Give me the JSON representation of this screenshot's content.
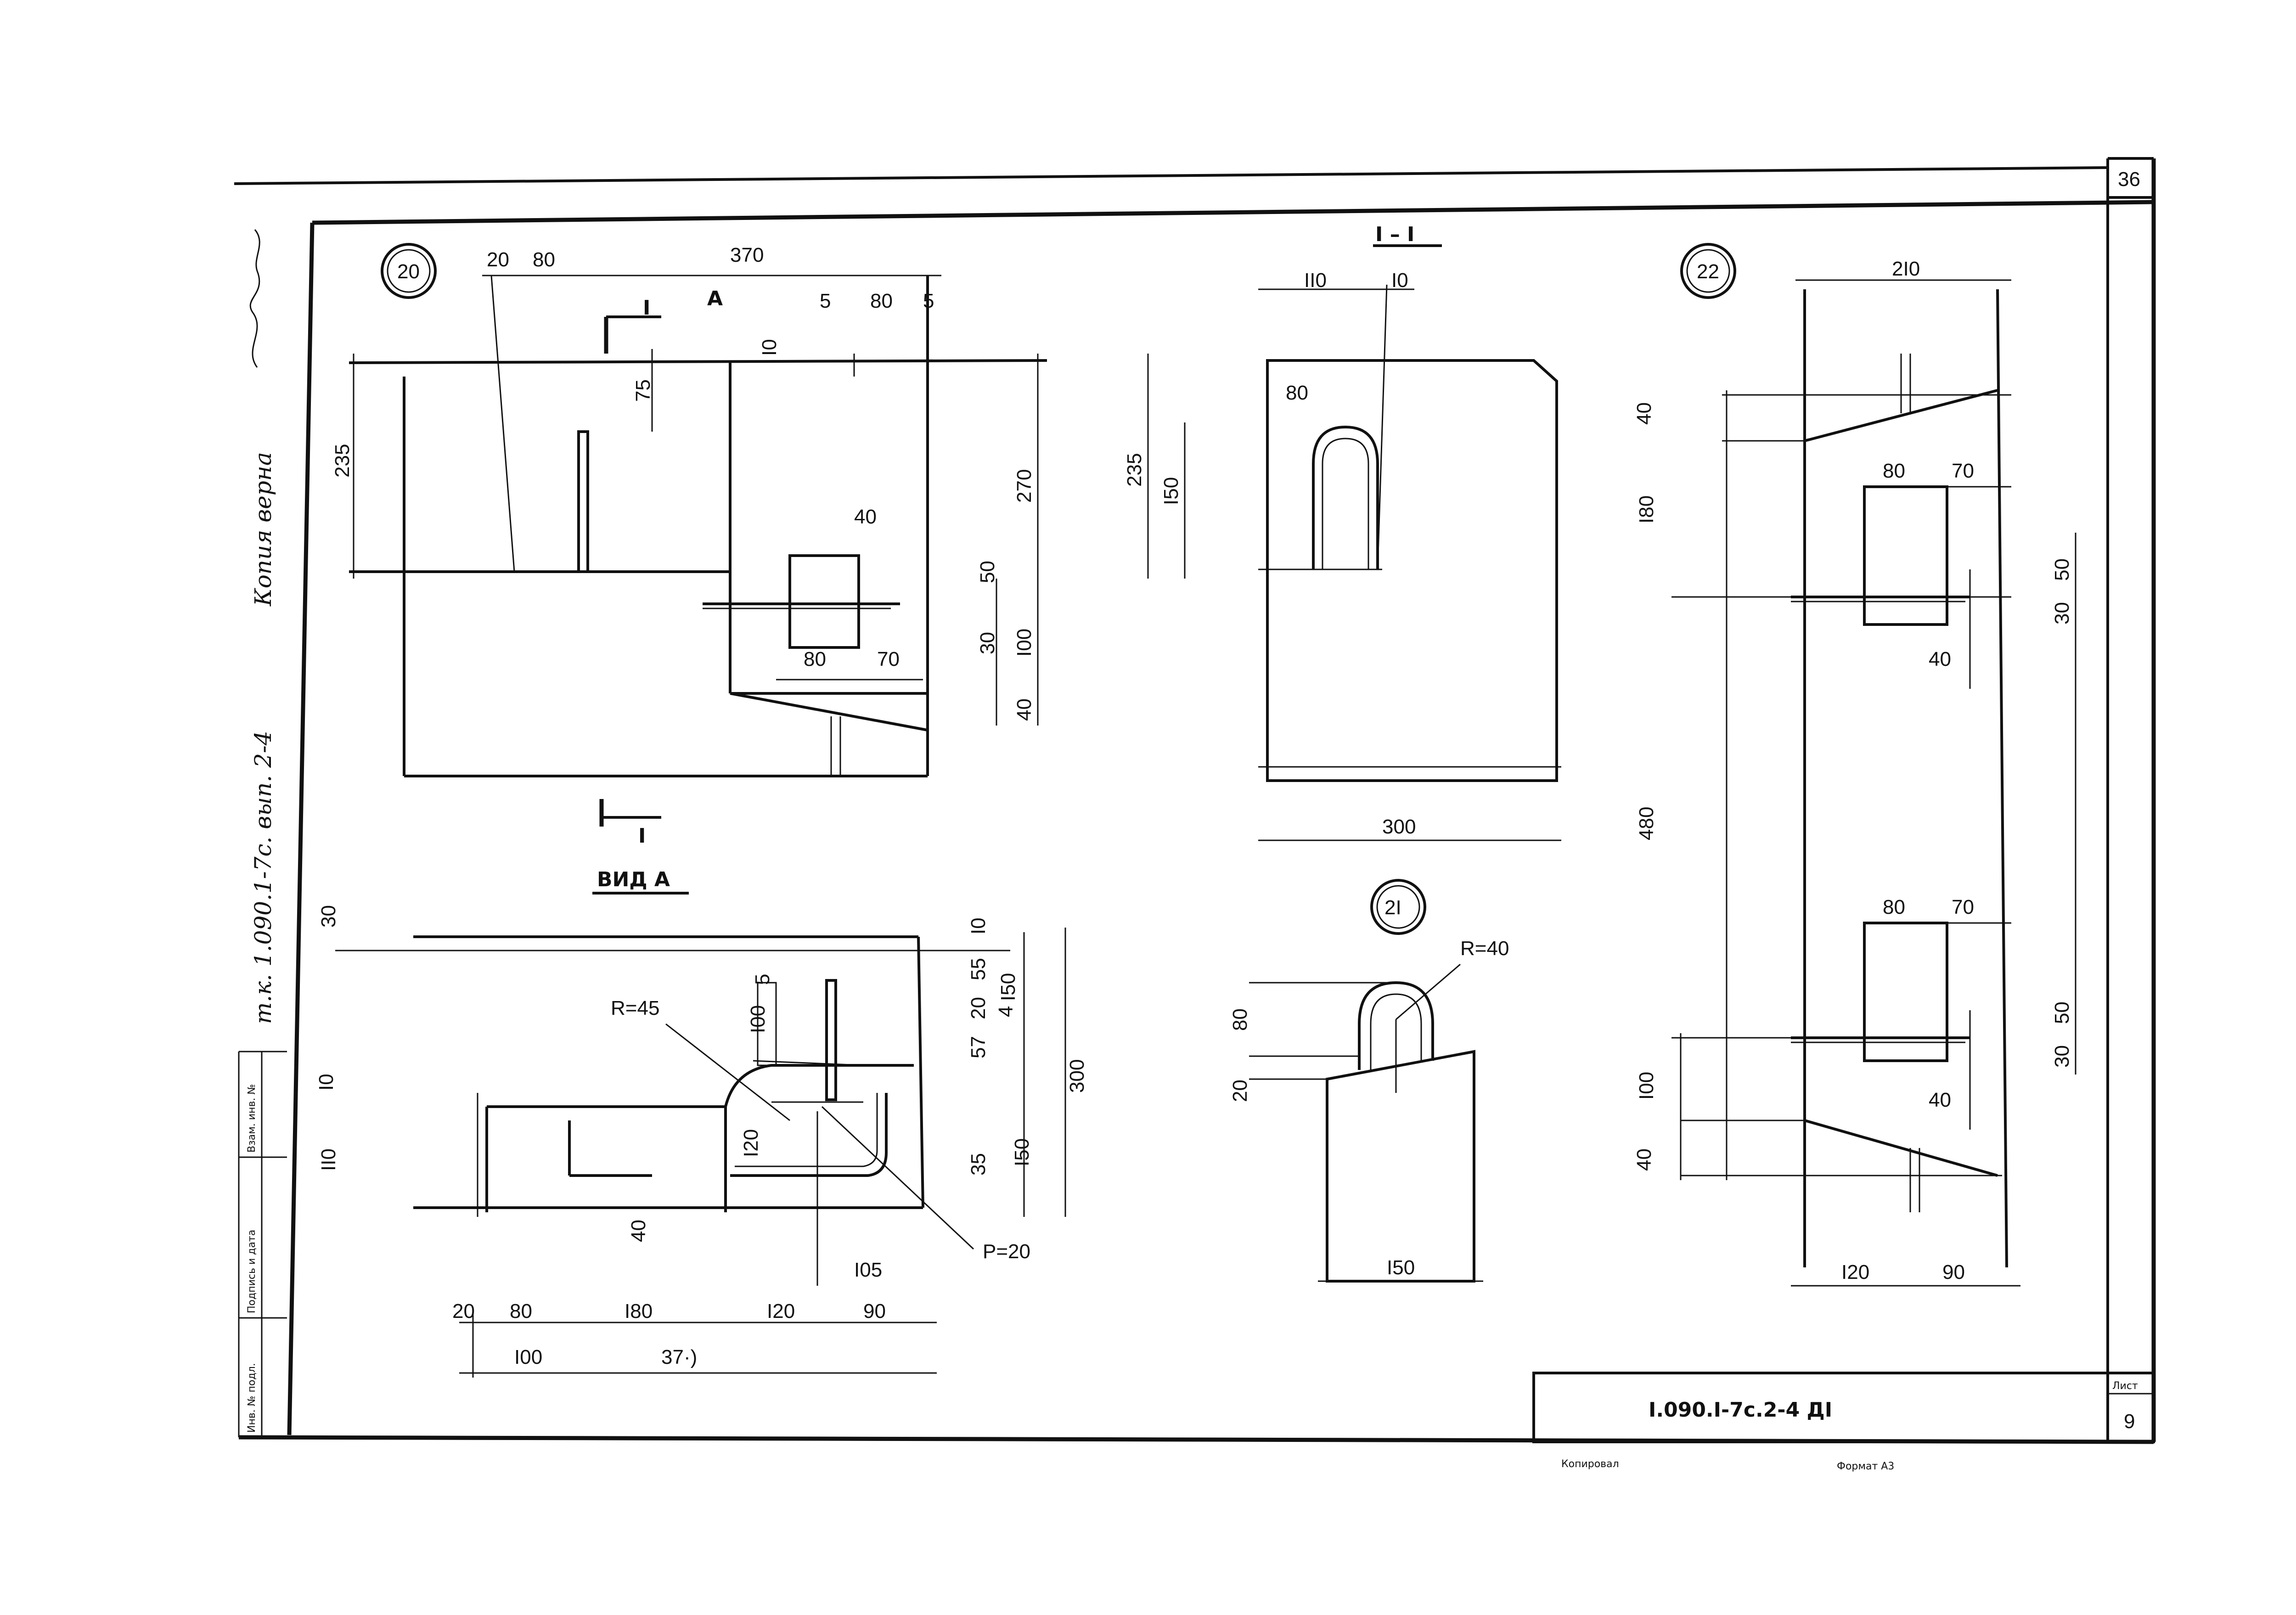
{
  "sheet_number_top": "36",
  "title_block": {
    "code": "I.090.I-7c.2-4 ДI",
    "sheet_label": "Лист",
    "sheet_no": "9"
  },
  "footer": {
    "copied": "Копировал",
    "format": "Формат А3"
  },
  "margin_handwriting": {
    "copy_verified": "Копия верна",
    "series": "т.к. 1.090.1-7с. вып. 2-4"
  },
  "stamp_columns": [
    "Инв. № подл.",
    "Подпись и дата",
    "Взам. инв. №"
  ],
  "detail20": {
    "marker": "20",
    "section_mark": "I",
    "view_mark": "А",
    "dims": {
      "d20": "20",
      "d80": "80",
      "d370": "370",
      "d5a": "5",
      "d80b": "80",
      "d5b": "5",
      "d10": "I0",
      "d75": "75",
      "d235": "235",
      "d270": "270",
      "d40a": "40",
      "d50": "50",
      "d30": "30",
      "d100": "I00",
      "d80c": "80",
      "d70": "70",
      "d40b": "40"
    }
  },
  "view_a": {
    "title": "ВИД А",
    "dims": {
      "d30": "30",
      "d10a": "I0",
      "d10b": "I0",
      "d55": "55",
      "d5": "5",
      "d20": "20",
      "d4": "4",
      "d150a": "I50",
      "d300": "300",
      "d100": "I00",
      "d57": "57",
      "d110": "II0",
      "d120": "I20",
      "d35": "35",
      "d150b": "I50",
      "d40": "40",
      "d105": "I05",
      "r45": "R=45",
      "r20": "Р=20",
      "b20": "20",
      "b80": "80",
      "b180": "I80",
      "b120": "I20",
      "b90": "90",
      "c100": "I00",
      "c370": "37·)"
    }
  },
  "section_11": {
    "title": "I – I",
    "dims": {
      "d110": "II0",
      "d10": "I0",
      "d80": "80",
      "d235": "235",
      "d150": "I50",
      "d300": "300"
    }
  },
  "detail21": {
    "marker": "2I",
    "dims": {
      "r40": "R=40",
      "d80": "80",
      "d20": "20",
      "d150": "I50"
    }
  },
  "detail22": {
    "marker": "22",
    "dims": {
      "d210": "2I0",
      "d40a": "40",
      "d180": "I80",
      "d80a": "80",
      "d70a": "70",
      "d50a": "50",
      "d30a": "30",
      "d40b": "40",
      "d480": "480",
      "d80b": "80",
      "d70b": "70",
      "d50b": "50",
      "d30b": "30",
      "d40c": "40",
      "d100": "I00",
      "d40d": "40",
      "d120": "I20",
      "d90": "90"
    }
  }
}
